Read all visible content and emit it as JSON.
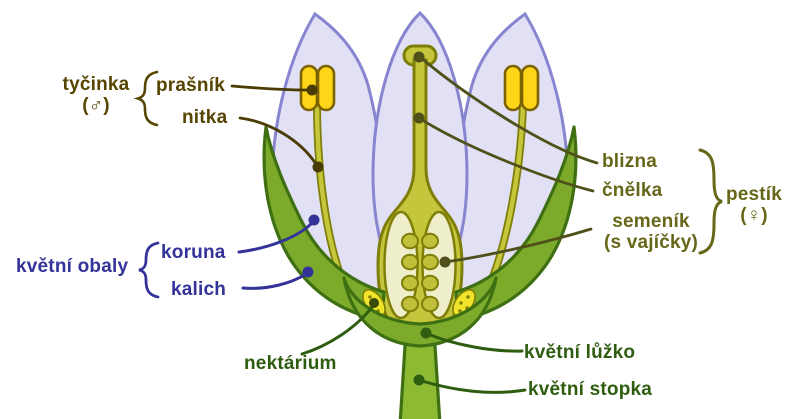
{
  "labels": {
    "stamen_group": {
      "name": "tyčinka",
      "symbol": "(♂)",
      "anther": "prašník",
      "filament": "nitka"
    },
    "pistil_group": {
      "name": "pestík",
      "symbol": "(♀)",
      "stigma": "blizna",
      "style": "čnělka",
      "ovary": "semeník",
      "ovary_note": "(s vajíčky)"
    },
    "perianth_group": {
      "name": "květní obaly",
      "corolla": "koruna",
      "calyx": "kalich"
    },
    "nectary": "nektárium",
    "receptacle": "květní lůžko",
    "pedicel": "květní stopka"
  },
  "colors": {
    "stamen_label": "#564400",
    "pistil_label": "#67671a",
    "perianth_label": "#333399",
    "green_label": "#2f5d10",
    "petal_fill": "#e1e0f5",
    "petal_stroke": "#8885d0",
    "sepal_fill": "#7cab2b",
    "sepal_stroke": "#3e7013",
    "pistil_fill": "#c6c63d",
    "pistil_stroke": "#7e7e08",
    "anther_fill": "#ffd517",
    "ovary_chamber_fill": "#eeeecb",
    "nectary_fill": "#f2e32b"
  }
}
